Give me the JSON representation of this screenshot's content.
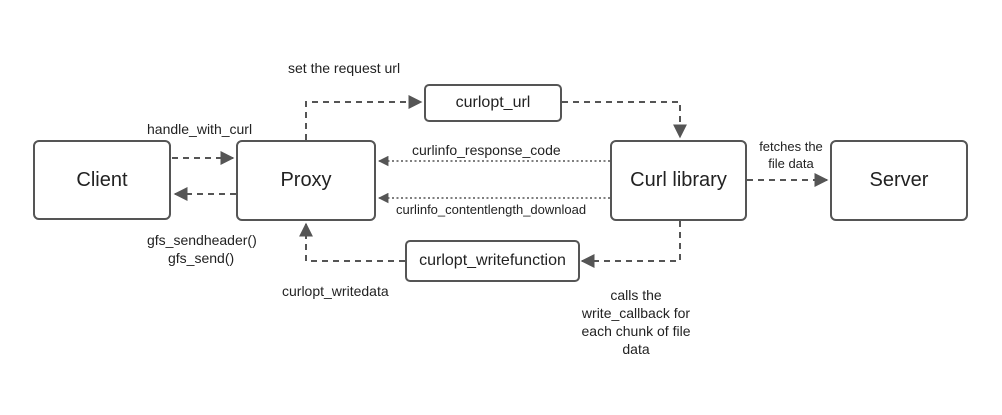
{
  "nodes": {
    "client": "Client",
    "proxy": "Proxy",
    "curl_library": "Curl library",
    "server": "Server",
    "curlopt_url": "curlopt_url",
    "curlopt_writefunction": "curlopt_writefunction"
  },
  "edge_labels": {
    "set_request_url": "set the request url",
    "handle_with_curl": "handle_with_curl",
    "curlinfo_response_code": "curlinfo_response_code",
    "curlinfo_contentlength_download": "curlinfo_contentlength_download",
    "gfs_sendheader": "gfs_sendheader()",
    "gfs_send": "gfs_send()",
    "fetches_the": "fetches the",
    "file_data": "file data",
    "curlopt_writedata": "curlopt_writedata",
    "calls_the": "calls the",
    "write_callback_for": "write_callback for",
    "each_chunk_of_file": "each chunk of file",
    "data": "data"
  },
  "colors": {
    "stroke": "#555555",
    "text": "#222222"
  }
}
